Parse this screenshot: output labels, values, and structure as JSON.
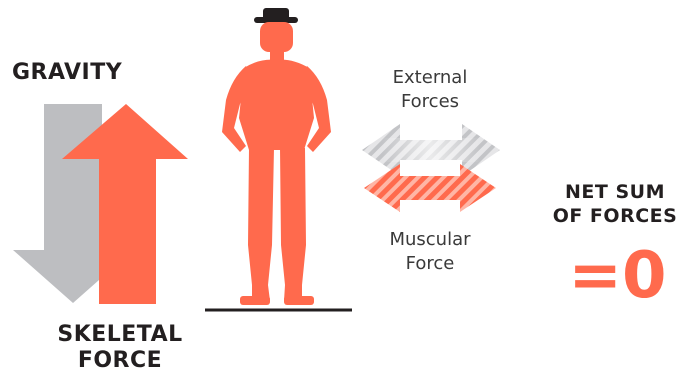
{
  "labels": {
    "gravity": "GRAVITY",
    "skeletal_line1": "SKELETAL",
    "skeletal_line2": "FORCE",
    "external_line1": "External",
    "external_line2": "Forces",
    "muscular_line1": "Muscular",
    "muscular_line2": "Force",
    "net_line1": "NET SUM",
    "net_line2": "OF FORCES",
    "result": "=0"
  },
  "colors": {
    "accent": "#ff6a4d",
    "gray_arrow": "#bdbec1",
    "text": "#231f20",
    "ground": "#231f20"
  },
  "icons": {
    "figure": "standing-person-icon",
    "gravity_arrow": "down-arrow-icon",
    "skeletal_arrow": "up-arrow-icon"
  }
}
